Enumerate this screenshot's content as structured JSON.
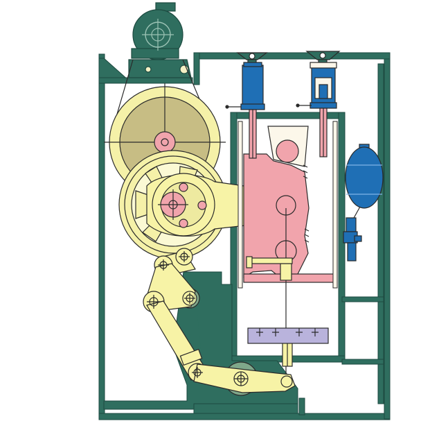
{
  "diagram": {
    "labels": [],
    "colors": {
      "frame": "#2f6e5f",
      "frame_outline": "#1d4a40",
      "flywheel_large": "#f5f1a8",
      "flywheel_hub": "#c7bd84",
      "eccentric_hub": "#f1a4ac",
      "links": "#f7f3a6",
      "slide_block": "#f1a4ac",
      "cylinder": "#1f6fb5",
      "accumulator": "#1f6fb5",
      "tool_plate": "#b9b3dc",
      "pivot_shadow": "#7fa78a",
      "line": "#2a2a2a"
    },
    "components": [
      {
        "id": "motor",
        "icon": "electric-motor"
      },
      {
        "id": "flywheel",
        "icon": "flywheel"
      },
      {
        "id": "gear-wheel",
        "icon": "spoked-wheel"
      },
      {
        "id": "connecting-rod",
        "icon": "link"
      },
      {
        "id": "slider",
        "icon": "ram"
      },
      {
        "id": "hydraulic-cylinder-left",
        "icon": "cylinder"
      },
      {
        "id": "hydraulic-cylinder-right",
        "icon": "cylinder"
      },
      {
        "id": "accumulator",
        "icon": "pressure-tank"
      },
      {
        "id": "toggle-linkage",
        "icon": "linkage"
      },
      {
        "id": "die-plate",
        "icon": "tool-plate"
      }
    ]
  }
}
